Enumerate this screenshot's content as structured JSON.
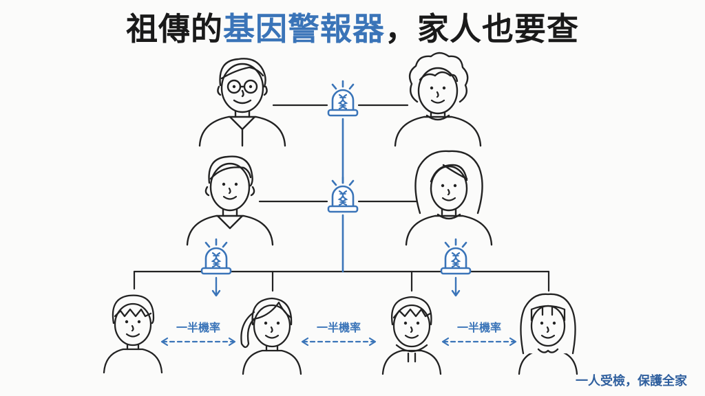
{
  "title": {
    "prefix": "祖傳的",
    "highlight": "基因警報器",
    "suffix": "，家人也要查"
  },
  "labels": {
    "probability": "一半機率"
  },
  "footer": "一人受檢，保護全家",
  "colors": {
    "accent": "#3a74b8",
    "line": "#222222",
    "text": "#1a1a1a"
  },
  "icons": [
    "grandfather-icon",
    "grandmother-icon",
    "father-icon",
    "mother-icon",
    "gene-alarm-icon",
    "child-boy-icon",
    "child-girl-icon"
  ]
}
